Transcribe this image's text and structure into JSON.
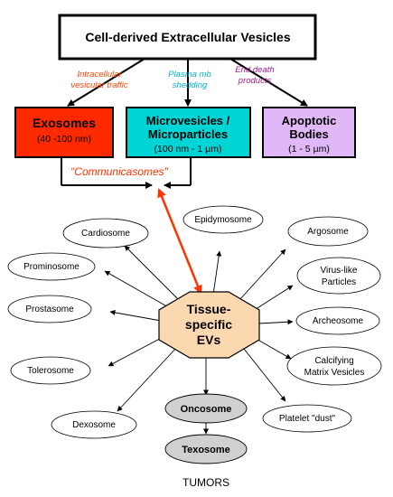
{
  "title": "Cell-derived Extracellular Vesicles",
  "pathways": {
    "intracellular": {
      "line1": "Intracellular",
      "line2": "vesicular traffic",
      "color": "#ff4500"
    },
    "plasma": {
      "line1": "Plasma mb",
      "line2": "shedding",
      "color": "#00b0d0"
    },
    "enddeath": {
      "line1": "End death",
      "line2": "products",
      "color": "#a02090"
    }
  },
  "categories": {
    "exosomes": {
      "name": "Exosomes",
      "size": "(40 -100 nm)",
      "color": "#ff2a00"
    },
    "microvesicles": {
      "line1": "Microvesicles /",
      "line2": "Microparticles",
      "size": "(100 nm - 1 µm)",
      "color": "#00d4d4"
    },
    "apoptotic": {
      "line1": "Apoptotic",
      "line2": "Bodies",
      "size": "(1 - 5 µm)",
      "color": "#e0b8f8"
    }
  },
  "communicasomes": "\"Communicasomes\"",
  "center": {
    "line1": "Tissue-",
    "line2": "specific",
    "line3": "EVs",
    "color": "#fcd8b0"
  },
  "vesicles": {
    "cardiosome": "Cardiosome",
    "epidymosome": "Epidymosome",
    "argosome": "Argosome",
    "prominosome": "Prominosome",
    "viruslike": {
      "line1": "Virus-like",
      "line2": "Particles"
    },
    "prostasome": "Prostasome",
    "archeosome": "Archeosome",
    "tolerosome": "Tolerosome",
    "calcifying": {
      "line1": "Calcifying",
      "line2": "Matrix Vesicles"
    },
    "dexosome": "Dexosome",
    "platelet": "Platelet \"dust\"",
    "oncosome": "Oncosome",
    "texosome": "Texosome"
  },
  "footer": "TUMORS",
  "colors": {
    "red_arrow": "#ff3300",
    "gray_node": "#d0d0d0"
  }
}
